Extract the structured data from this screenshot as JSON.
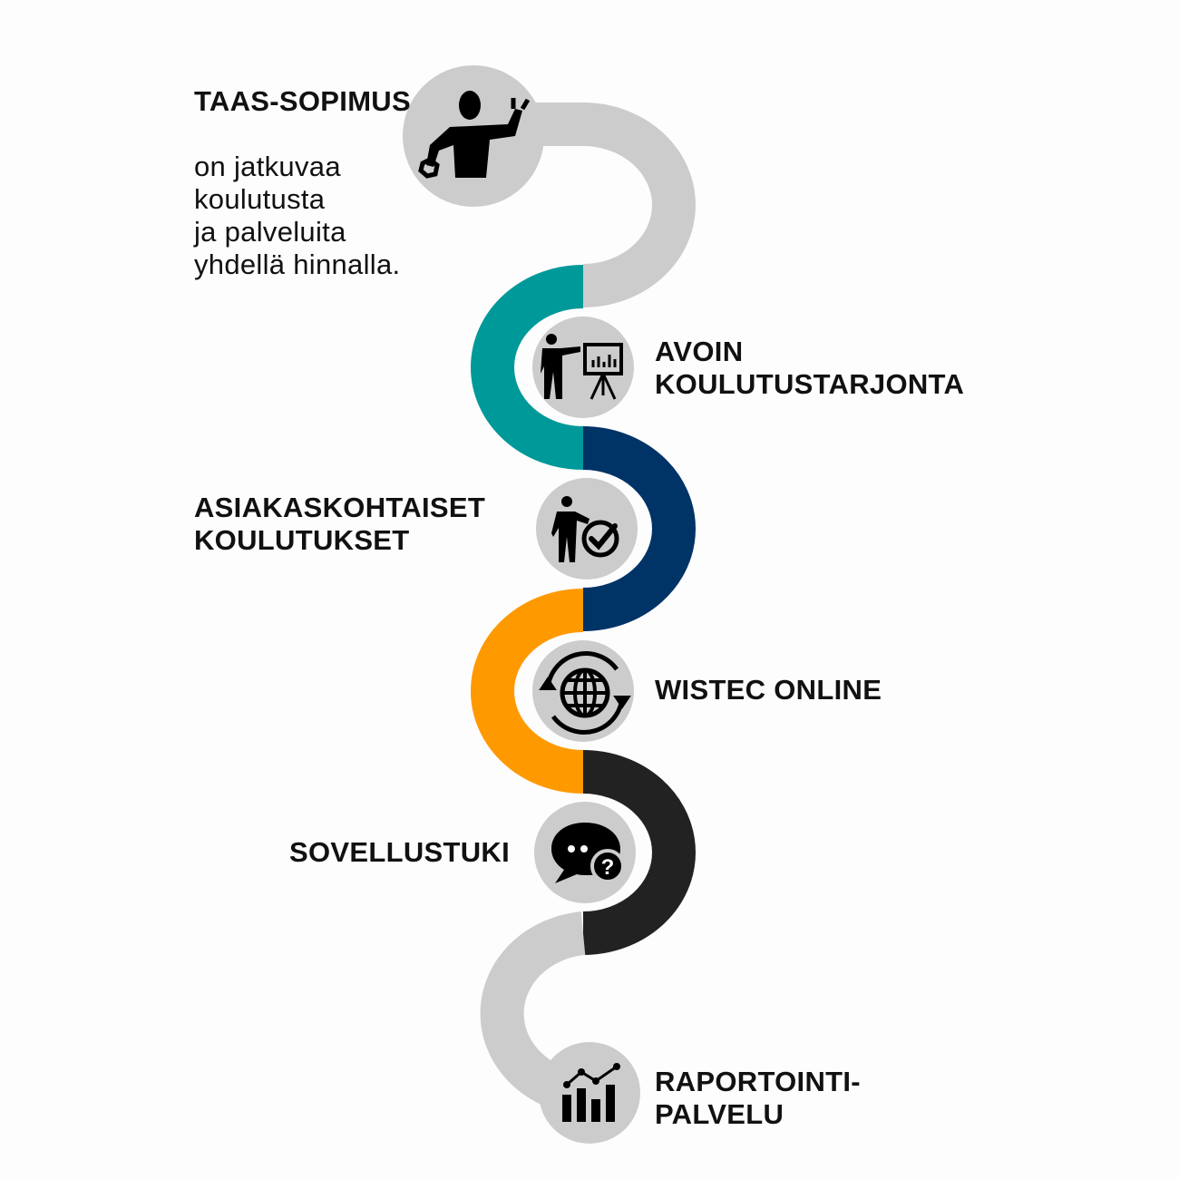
{
  "colors": {
    "gray": "#cccccc",
    "teal": "#009999",
    "navy": "#003366",
    "orange": "#ff9900",
    "black": "#222222"
  },
  "steps": [
    {
      "title": "TAAS-SOPIMUS",
      "subtitle": "on jatkuvaa\nkoulutusta\nja palveluita\nyhdellä hinnalla.",
      "icon": "technician-wrench-icon"
    },
    {
      "title": "AVOIN\nKOULUTUSTARJONTA",
      "icon": "presenter-chart-icon"
    },
    {
      "title": "ASIAKASKOHTAISET\nKOULUTUKSET",
      "icon": "person-checkmark-icon"
    },
    {
      "title": "WISTEC ONLINE",
      "icon": "globe-refresh-icon"
    },
    {
      "title": "SOVELLUSTUKI",
      "icon": "chat-question-icon"
    },
    {
      "title": "RAPORTOINTI-\nPALVELU",
      "icon": "bar-chart-trend-icon"
    }
  ]
}
